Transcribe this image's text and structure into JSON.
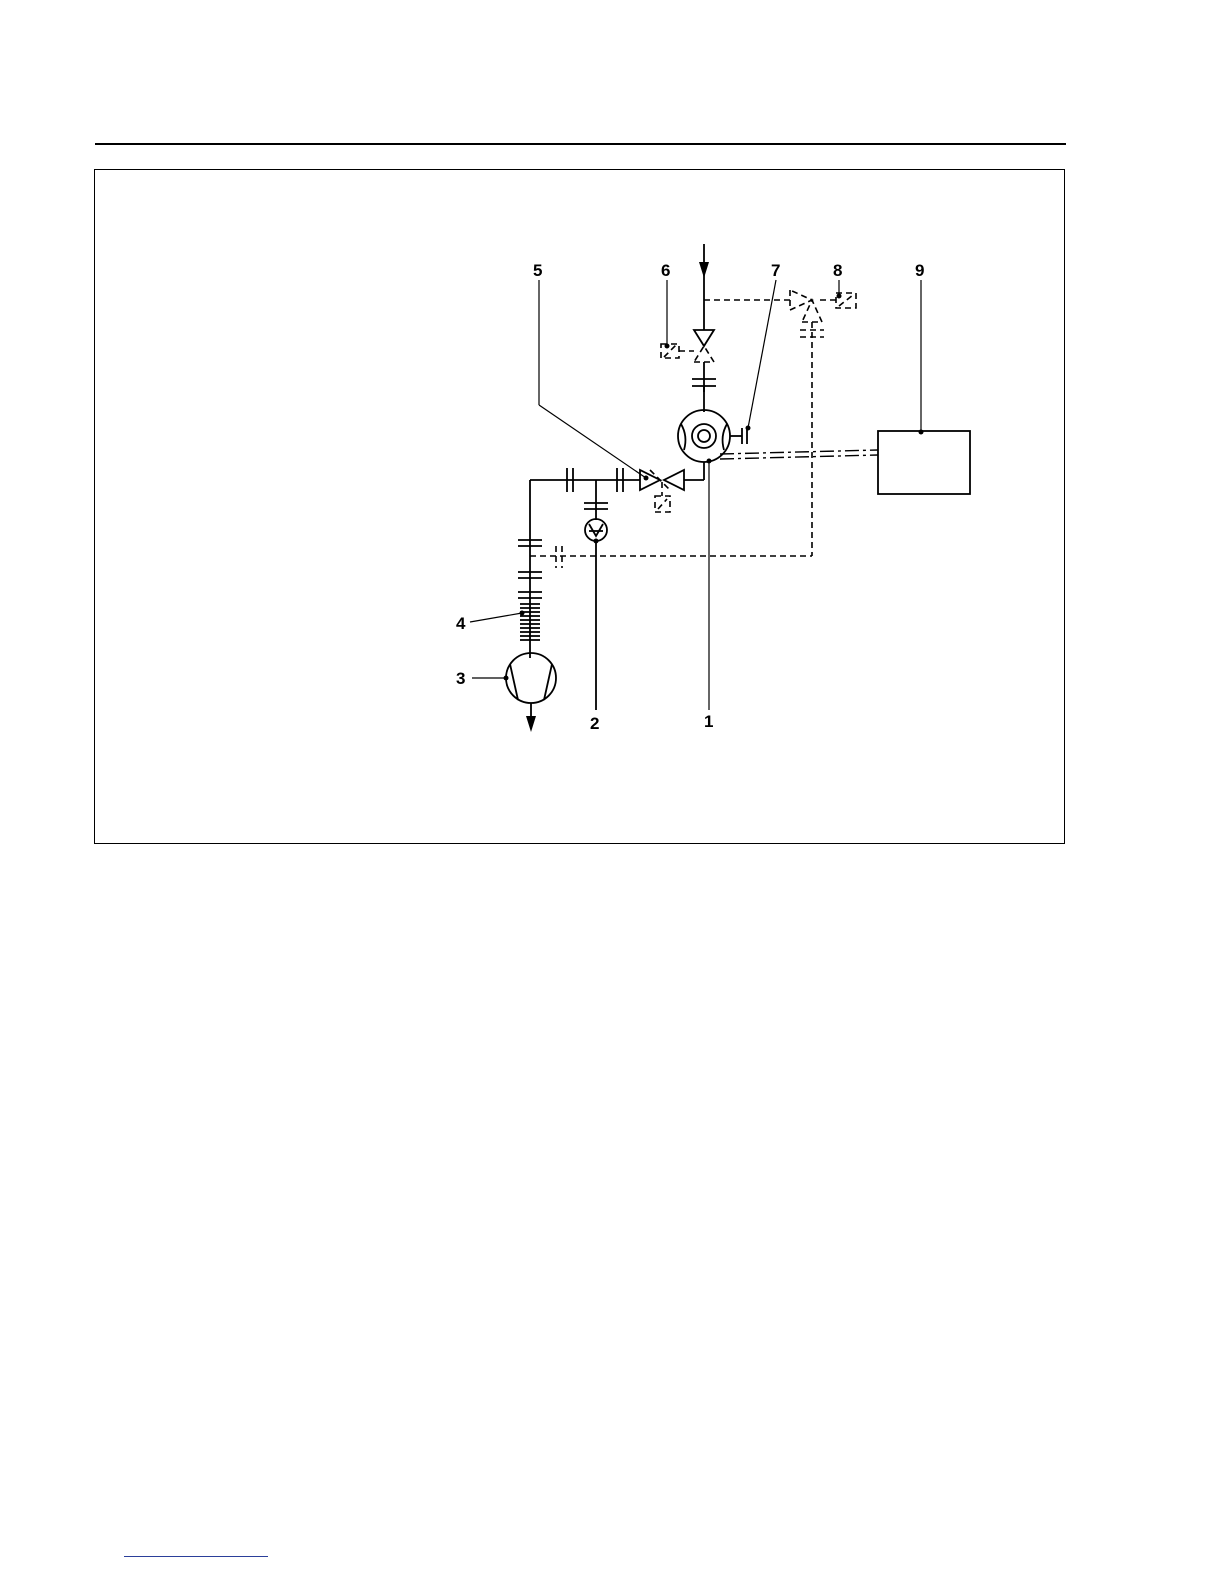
{
  "labels": {
    "l1": "1",
    "l2": "2",
    "l3": "3",
    "l4": "4",
    "l5": "5",
    "l6": "6",
    "l7": "7",
    "l8": "8",
    "l9": "9"
  }
}
